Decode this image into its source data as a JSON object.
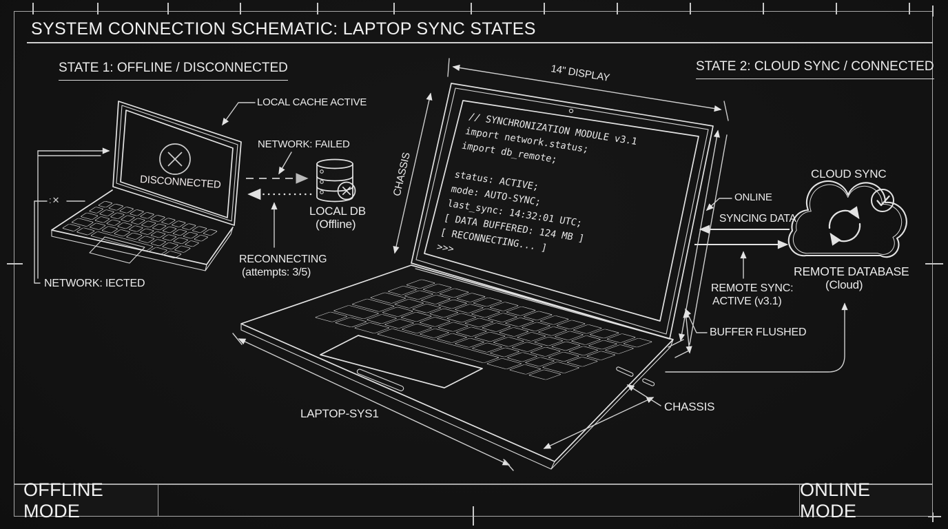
{
  "title": "SYSTEM CONNECTION SCHEMATIC: LAPTOP SYNC STATES",
  "footer": {
    "left_mode": "OFFLINE MODE",
    "right_mode": "ONLINE MODE"
  },
  "state1": {
    "heading": "STATE 1: OFFLINE / DISCONNECTED",
    "screen_status": "DISCONNECTED",
    "labels": {
      "local_cache": "LOCAL CACHE ACTIVE",
      "network_failed": "NETWORK: FAILED",
      "db_name": "LOCAL DB",
      "db_state": "(Offline)",
      "reconnecting": "RECONNECTING",
      "attempts": "(attempts: 3/5)",
      "network_rejected": "NETWORK: IECTED",
      "reject_symbol": ":✕"
    }
  },
  "laptop": {
    "dim_display": "14\" DISPLAY",
    "dim_chassis_screen": "CHASSIS",
    "dim_chassis_body": "CHASSIS",
    "model_label": "LAPTOP-SYS1",
    "screen_lines": [
      "// SYNCHRONIZATION MODULE v3.1",
      "import network.status;",
      "import db_remote;",
      "",
      "status: ACTIVE;",
      "mode: AUTO-SYNC;",
      "last_sync: 14:32:01 UTC;",
      "[ DATA BUFFERED: 124 MB ]",
      "[ RECONNECTING... ]",
      ">>>"
    ]
  },
  "state2": {
    "heading": "STATE 2: CLOUD SYNC / CONNECTED",
    "labels": {
      "online": "ONLINE",
      "syncing": "SYNCING DATA",
      "remote_sync_line1": "REMOTE SYNC:",
      "remote_sync_line2": "ACTIVE (v3.1)",
      "buffer_flushed": "BUFFER FLUSHED",
      "cloud_title": "CLOUD SYNC",
      "remote_db_name": "REMOTE DATABASE",
      "remote_db_state": "(Cloud)"
    }
  },
  "colors": {
    "background": "#131313",
    "line": "#e3e3e3",
    "frame": "#a9a9a9",
    "error_screen": "#5c3838",
    "code_screen": "#0f0f0f"
  }
}
